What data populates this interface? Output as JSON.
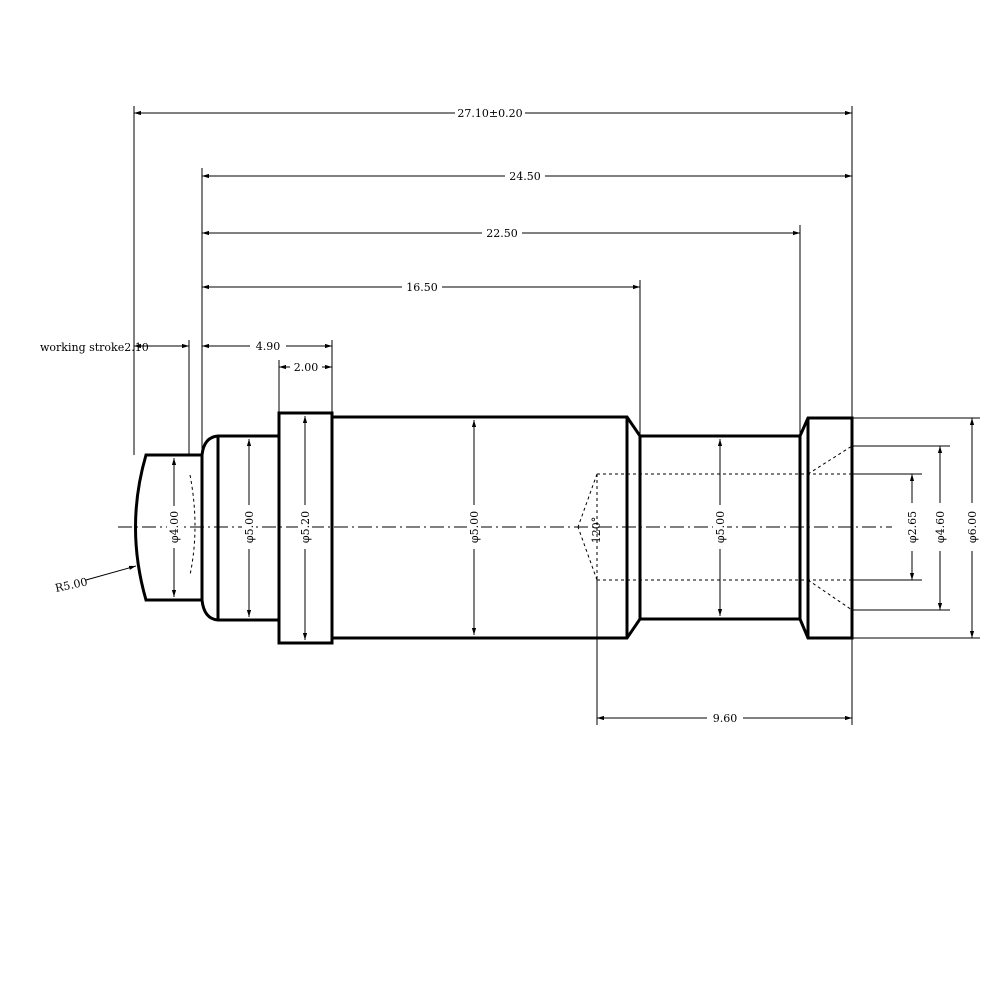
{
  "dimensions": {
    "overall": "27.10±0.20",
    "d24_50": "24.50",
    "d22_50": "22.50",
    "d16_50": "16.50",
    "stroke": "working stroke2.10",
    "d4_90": "4.90",
    "d2_00": "2.00",
    "d9_60": "9.60"
  },
  "diameters": {
    "tip": "φ4.00",
    "neck": "φ5.00",
    "collar": "φ5.20",
    "body": "φ5.00",
    "shank": "φ5.00",
    "bore_small": "φ2.65",
    "bore_mid": "φ4.60",
    "head": "φ6.00"
  },
  "radius": "R5.00",
  "angle": "120°"
}
